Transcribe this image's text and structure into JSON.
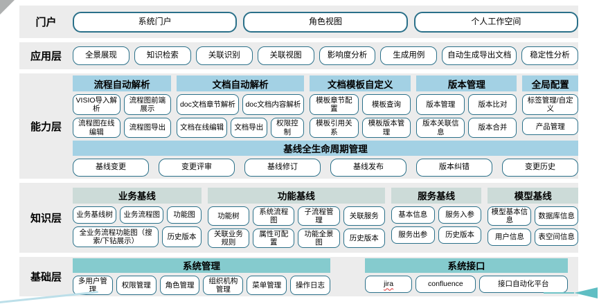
{
  "colors": {
    "band_bg": "#ececec",
    "header_blue": "#a3d1e4",
    "header_sage": "#ccdbd8",
    "header_teal": "#85cbce",
    "button_border": "#2a7089",
    "squiggle_red": "#e03030"
  },
  "layers": {
    "portal": {
      "label": "门户",
      "items": [
        "系统门户",
        "角色视图",
        "个人工作空间"
      ]
    },
    "app": {
      "label": "应用层",
      "items": [
        "全景展现",
        "知识检索",
        "关联识别",
        "关联视图",
        "影响度分析",
        "生成用例",
        "自动生成导出文档",
        "稳定性分析"
      ]
    },
    "capability": {
      "label": "能力层",
      "groups": [
        {
          "title": "流程自动解析",
          "rows": [
            [
              "VISIO导入解析",
              "流程图前端展示"
            ],
            [
              "流程图在线编辑",
              "流程图导出"
            ]
          ]
        },
        {
          "title": "文档自动解析",
          "rows": [
            [
              "doc文档章节解析",
              "doc文档内容解析"
            ],
            [
              "文档在线编辑",
              "文档导出",
              "权限控制"
            ]
          ]
        },
        {
          "title": "文档模板自定义",
          "rows": [
            [
              "模板章节配置",
              "模板查询"
            ],
            [
              "模板引用关系",
              "模板版本管理"
            ]
          ]
        },
        {
          "title": "版本管理",
          "rows": [
            [
              "版本管理",
              "版本比对"
            ],
            [
              "版本关联信息",
              "版本合并"
            ]
          ]
        },
        {
          "title": "全局配置",
          "rows": [
            [
              "标签管理/自定义"
            ],
            [
              "产品管理"
            ]
          ]
        }
      ],
      "baseline": {
        "title": "基线全生命周期管理",
        "items": [
          "基线变更",
          "变更评审",
          "基线修订",
          "基线发布",
          "版本纠错",
          "变更历史"
        ]
      }
    },
    "knowledge": {
      "label": "知识层",
      "groups": [
        {
          "title": "业务基线",
          "rows": [
            [
              "业务基线树",
              "业务流程图",
              "功能图"
            ],
            [
              "全业务流程功能图（搜索/下钻展示）",
              "历史版本"
            ]
          ]
        },
        {
          "title": "功能基线",
          "rows": [
            [
              "功能树",
              "系统流程图",
              "子流程管理",
              "关联服务"
            ],
            [
              "关联业务规则",
              "属性可配置",
              "功能全景图",
              "历史版本"
            ]
          ]
        },
        {
          "title": "服务基线",
          "rows": [
            [
              "基本信息",
              "服务入参"
            ],
            [
              "服务出参",
              "历史版本"
            ]
          ]
        },
        {
          "title": "模型基线",
          "rows": [
            [
              "模型基本信息",
              "数据库信息"
            ],
            [
              "用户信息",
              "表空间信息"
            ]
          ]
        }
      ]
    },
    "base": {
      "label": "基础层",
      "groups": [
        {
          "title": "系统管理",
          "items": [
            "多用户管理",
            "权限管理",
            "角色管理",
            "组织机构管理",
            "菜单管理",
            "操作日志"
          ]
        },
        {
          "title": "系统接口",
          "items": [
            "jira",
            "confluence",
            "接口自动化平台"
          ]
        }
      ]
    }
  }
}
